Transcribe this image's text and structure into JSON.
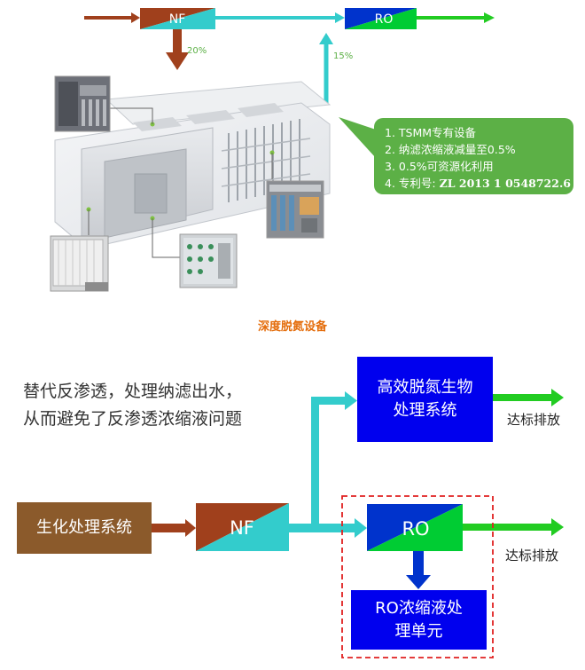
{
  "top_flow": {
    "nf_label": "NF",
    "ro_label": "RO",
    "nf_reject_pct": "20%",
    "ro_feed_pct": "15%"
  },
  "callout": {
    "line1": "1. TSMM专有设备",
    "line2": "2. 纳滤浓缩液减量至0.5%",
    "line3": "3. 0.5%可资源化利用",
    "line4_prefix": "4. 专利号:",
    "line4_patent": "ZL 2013 1 0548722.6"
  },
  "equipment_caption": "深度脱氮设备",
  "description": {
    "line1": "替代反渗透，处理纳滤出水，",
    "line2": "从而避免了反渗透浓缩液问题"
  },
  "bottom_flow": {
    "biochem_box": "生化处理系统",
    "nf_label": "NF",
    "ro_label": "RO",
    "bio_n_removal_line1": "高效脱氮生物",
    "bio_n_removal_line2": "处理系统",
    "discharge_top": "达标排放",
    "discharge_bottom": "达标排放",
    "ro_concentrate_line1": "RO浓缩液处",
    "ro_concentrate_line2": "理单元"
  },
  "colors": {
    "nf_brown": "#a0401c",
    "nf_cyan": "#33cccc",
    "ro_blue": "#0033cc",
    "ro_green": "#00cc33",
    "arrow_brown": "#a0401c",
    "arrow_cyan": "#33cccc",
    "arrow_green": "#22cc22",
    "box_blue": "#0000ee",
    "biochem_brown": "#8b5a2b",
    "callout_green": "#5cb046",
    "dashed_red": "#e02020",
    "caption_orange": "#e46c0a"
  }
}
